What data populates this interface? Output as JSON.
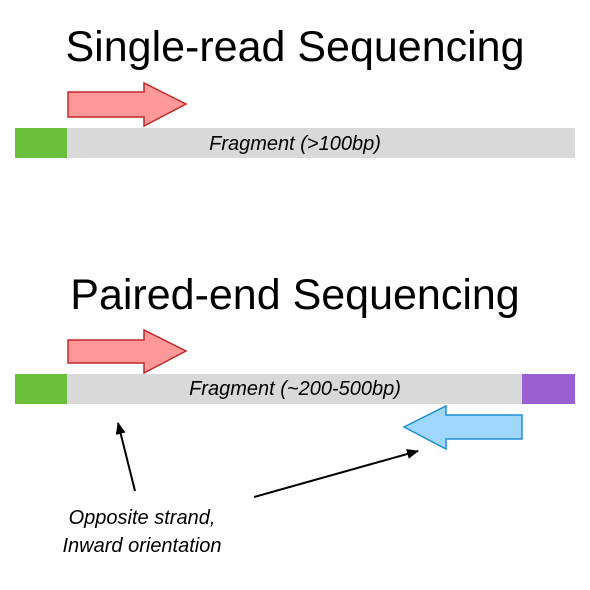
{
  "single_read": {
    "title": "Single-read Sequencing",
    "fragment_label": "Fragment (>100bp)"
  },
  "paired_end": {
    "title": "Paired-end Sequencing",
    "fragment_label": "Fragment (~200-500bp)"
  },
  "annotation": {
    "line1": "Opposite strand,",
    "line2": "Inward orientation"
  },
  "colors": {
    "fragment": "#d9d9d9",
    "adapter_left": "#6bbf3a",
    "adapter_right": "#9a5fd3",
    "forward_read_fill": "#ff9999",
    "forward_read_stroke": "#c0282a",
    "reverse_read_fill": "#9fd7ff",
    "reverse_read_stroke": "#1e90d6",
    "pointer": "#000000"
  }
}
